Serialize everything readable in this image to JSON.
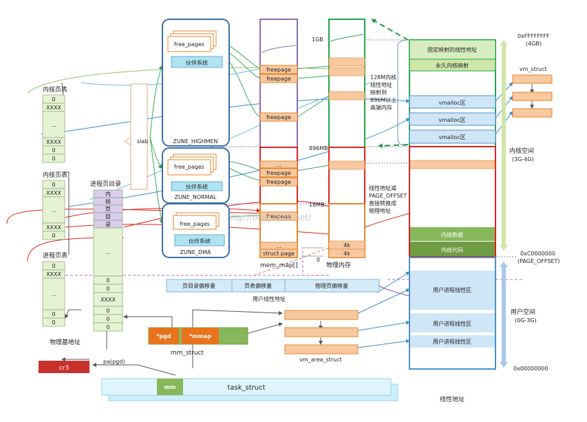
{
  "zones": {
    "highmem": {
      "label": "ZUNE_HIGHMEN",
      "free_pages": "free_pages",
      "buddy": "伙伴系统"
    },
    "normal": {
      "label": "ZUNE_NORMAL",
      "free_pages": "free_pages",
      "buddy": "伙伴系统"
    },
    "dma": {
      "label": "ZUNE_DMA",
      "free_pages": "free_pages",
      "buddy": "伙伴系统"
    }
  },
  "slab": "slab",
  "mem_map": {
    "title": "mem_map[]",
    "freepage": "freepage",
    "ellipsis": "...",
    "struct_page": "struct page"
  },
  "phys": {
    "title": "物理内存",
    "mark_1gb": "1GB",
    "mark_896": "896MB",
    "mark_16": "16MB",
    "mark_0": "0",
    "cell_4k": "4k"
  },
  "annotations": {
    "map_128m": [
      "128M内核",
      "线性地址",
      "映射到",
      "896M以上",
      "高端内存"
    ],
    "offset": [
      "线性地址减",
      "PAGE_OFFSET",
      "直接转换成",
      "物理地址"
    ],
    "watermark": "http://blog.csdn.net/"
  },
  "kernel_pgd": {
    "title": "内核页表",
    "cells": [
      "0",
      "XXXX",
      "...",
      "XXXX",
      "0",
      "0"
    ]
  },
  "kernel_pt": {
    "title": "内核页表",
    "cells": [
      "0",
      "XXXX",
      "...",
      "XXXX",
      "0"
    ]
  },
  "proc_pt": {
    "title": "进程页表",
    "cells": [
      "0",
      "XXXX",
      "...",
      "0",
      "0"
    ]
  },
  "proc_dir": {
    "title": "进程页目录",
    "cells": [
      "内",
      "核",
      "页",
      "目",
      "录",
      "...",
      "0",
      "0",
      "XXXX",
      "0",
      "0",
      "0"
    ]
  },
  "phys_base": "物理基地址",
  "cr3": "cr3",
  "pa_pgd": "__pa(pgd)",
  "linear_addr": {
    "dir_offset": "页目录偏移量",
    "table_offset": "页表偏移量",
    "page_offset": "物理页偏移量",
    "caption": "用户线性地址"
  },
  "mm_struct": {
    "pgd": "*pgd",
    "mmap": "*mmap",
    "caption": "mm_struct"
  },
  "vm_area_struct": "vm_area_struct",
  "task_struct": {
    "mm": "mm",
    "caption": "task_struct"
  },
  "vm_struct": "vm_struct",
  "linear_space": {
    "fixmap": "固定映射的线性地址",
    "permanent": "永久内核映射",
    "vmalloc": "vmalloc区",
    "kernel_data": "内核数据",
    "kernel_code": "内核代码",
    "user_area": "用户进程线性区",
    "bottom_caption": "线性地址"
  },
  "address_labels": {
    "top": "0xFFFFFFFF",
    "top_sub": "(4GB)",
    "kernel": "内核空间",
    "kernel_sub": "(3G-4G)",
    "page_offset": "0xC0000000",
    "page_offset_sub": "(PAGE_OFFSET)",
    "user": "用户空间",
    "user_sub": "(0G-3G)",
    "bottom": "0x00000000"
  },
  "colors": {
    "zone_border": "#3b6ea8",
    "buddy_fill": "#aee3f2",
    "mem_map_border": "#8c6bb1",
    "phys_border": "#1fa54a",
    "red_border": "#e02020",
    "page_fill": "#f8c9a0",
    "page_border": "#e0852a",
    "kernel_green": "#86b85b",
    "user_blue": "#cfe6f7",
    "cr3_red": "#c8302c",
    "mm_orange": "#e8731c",
    "task_blue": "#cdeefb",
    "table_green": "#e5f2d4",
    "dir_purple": "#d9cdee"
  }
}
